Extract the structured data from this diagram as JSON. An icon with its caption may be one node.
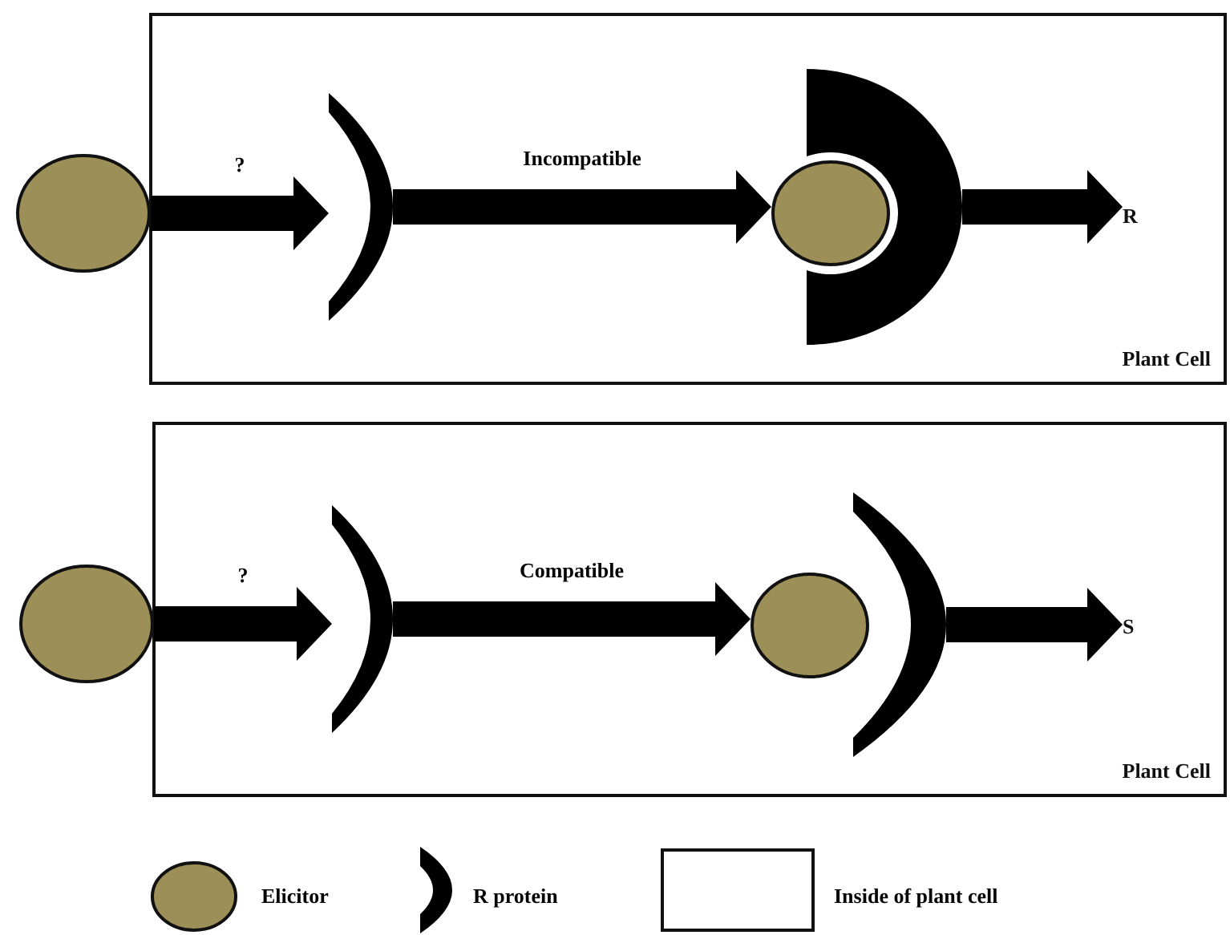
{
  "diagram": {
    "nodes": [
      {
        "text": [
          "Plant Cell"
        ]
      },
      {
        "text": [],
        "shape": "circle"
      },
      {
        "text": [],
        "shape": "crescent",
        "in": 0
      },
      {
        "text": [],
        "shape": "circle",
        "in": 0
      },
      {
        "text": [],
        "shape": "crescent",
        "in": 0
      },
      {
        "text": [
          "R"
        ],
        "in": 0
      },
      {
        "text": [
          "Plant Cell"
        ]
      },
      {
        "text": [],
        "shape": "circle"
      },
      {
        "text": [],
        "shape": "crescent",
        "in": 6
      },
      {
        "text": [],
        "shape": "circle",
        "in": 6
      },
      {
        "text": [],
        "shape": "crescent",
        "in": 6
      },
      {
        "text": [
          "S"
        ],
        "in": 6
      }
    ],
    "edges": [
      {
        "from": 1,
        "to": 2,
        "arrow": "to",
        "label": "?"
      },
      {
        "from": 2,
        "to": 3,
        "arrow": "to",
        "label": "Incompatible"
      },
      {
        "from": 4,
        "to": 5,
        "arrow": "to"
      },
      {
        "from": 7,
        "to": 8,
        "arrow": "to",
        "label": "?"
      },
      {
        "from": 8,
        "to": 9,
        "arrow": "to",
        "label": "Compatible"
      },
      {
        "from": 10,
        "to": 11,
        "arrow": "to"
      }
    ],
    "legend": [
      {
        "text": "Elicitor",
        "color": "#9c8f57"
      },
      {
        "text": "R protein"
      },
      {
        "text": "Inside of plant cell"
      }
    ]
  }
}
